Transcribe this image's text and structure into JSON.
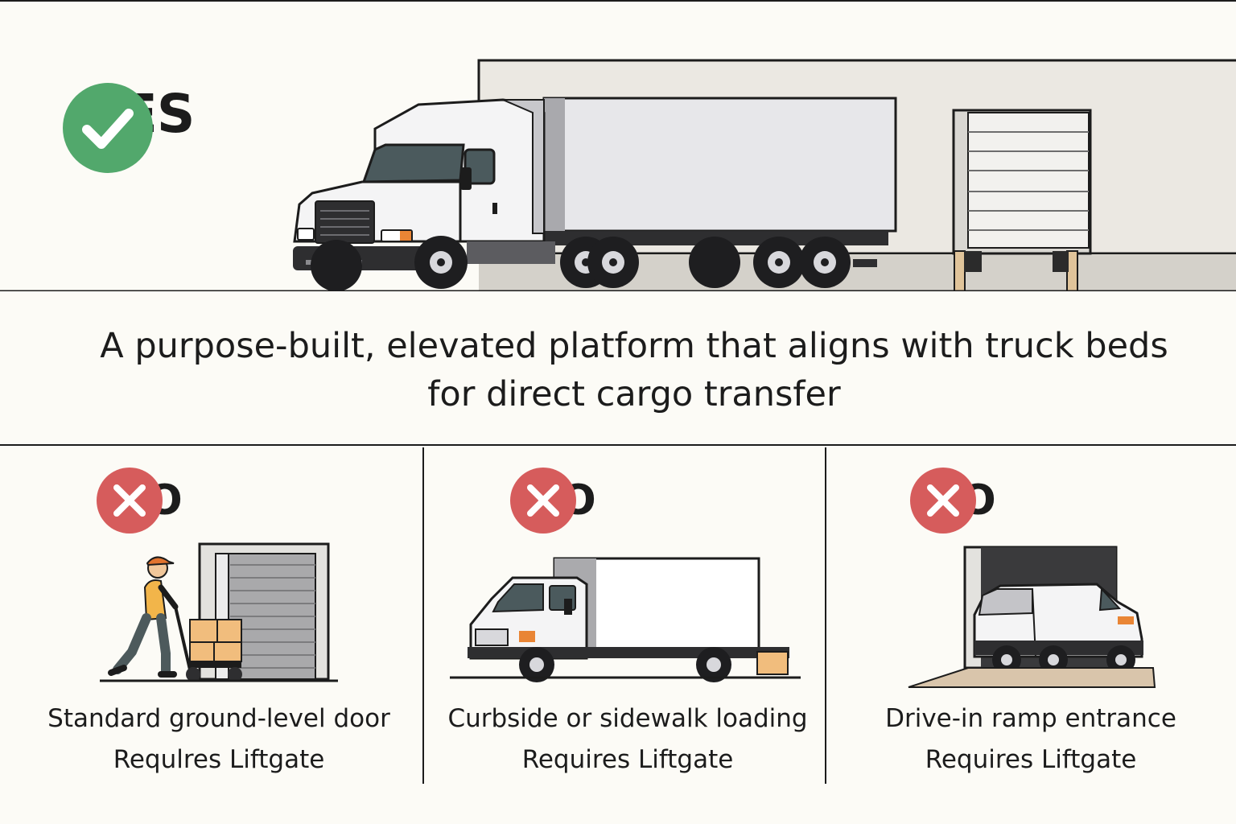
{
  "hero": {
    "badge_label": "YES",
    "badge_icon": "check-icon",
    "badge_color": "#52a86c"
  },
  "description": {
    "line1": "A purpose-built, elevated platform that aligns with truck beds",
    "line2": "for direct cargo transfer"
  },
  "panels": [
    {
      "badge_label": "NO",
      "badge_icon": "x-icon",
      "caption_line1": "Standard ground-level door",
      "caption_line2": "Requlres Liftgate"
    },
    {
      "badge_label": "NO",
      "badge_icon": "x-icon",
      "caption_line1": "Curbside or sidewalk loading",
      "caption_line2": "Requires Liftgate"
    },
    {
      "badge_label": "NO",
      "badge_icon": "x-icon",
      "caption_line1": "Drive-in ramp entrance",
      "caption_line2": "Requires Liftgate"
    }
  ],
  "colors": {
    "no_red": "#d65c5c",
    "ink": "#1c1c1c",
    "background": "#fcfbf6"
  }
}
